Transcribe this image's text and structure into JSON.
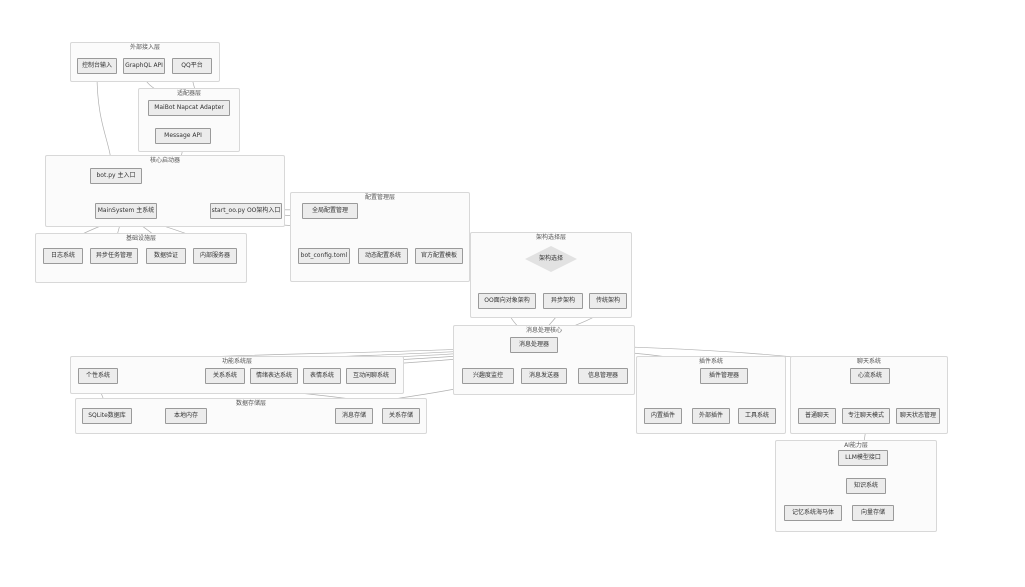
{
  "diagram": {
    "background": "#ffffff",
    "colors": {
      "group_fill": "#fbfbfb",
      "group_border": "#d8d8d8",
      "node_fill": "#ececec",
      "node_border": "#999999",
      "edge": "#b0b0b0",
      "text": "#333333"
    },
    "groups": [
      {
        "id": "external-access",
        "label": "外部接入层",
        "nodes": [
          {
            "id": "console-input",
            "label": "控制台输入"
          },
          {
            "id": "graphql-api",
            "label": "GraphQL API"
          },
          {
            "id": "qq-platform",
            "label": "QQ平台"
          }
        ]
      },
      {
        "id": "adapter-layer",
        "label": "适配器层",
        "nodes": [
          {
            "id": "napcat-adapter",
            "label": "MaiBot Napcat Adapter"
          },
          {
            "id": "message-api",
            "label": "Message API"
          }
        ]
      },
      {
        "id": "core-launcher",
        "label": "核心启动器",
        "nodes": [
          {
            "id": "bot-entry",
            "label": "bot.py 主入口"
          },
          {
            "id": "main-system",
            "label": "MainSystem 主系统"
          },
          {
            "id": "start-oo",
            "label": "start_oo.py OO架构入口"
          }
        ]
      },
      {
        "id": "infrastructure",
        "label": "基础设施层",
        "nodes": [
          {
            "id": "log-system",
            "label": "日志系统"
          },
          {
            "id": "async-task",
            "label": "异步任务管理"
          },
          {
            "id": "data-validation",
            "label": "数据验证"
          },
          {
            "id": "internal-server",
            "label": "内部服务器"
          }
        ]
      },
      {
        "id": "config-management",
        "label": "配置管理层",
        "nodes": [
          {
            "id": "global-config",
            "label": "全局配置管理"
          },
          {
            "id": "bot-config-toml",
            "label": "bot_config.toml"
          },
          {
            "id": "dynamic-config",
            "label": "动态配置系统"
          },
          {
            "id": "official-template",
            "label": "官方配置模板"
          }
        ]
      },
      {
        "id": "arch-selection",
        "label": "架构选择层",
        "nodes": [
          {
            "id": "arch-select",
            "label": "架构选择"
          },
          {
            "id": "oo-arch",
            "label": "OO面向对象架构"
          },
          {
            "id": "async-arch",
            "label": "异步架构"
          },
          {
            "id": "legacy-arch",
            "label": "传统架构"
          }
        ]
      },
      {
        "id": "message-core",
        "label": "消息处理核心",
        "nodes": [
          {
            "id": "msg-processor",
            "label": "消息处理器"
          },
          {
            "id": "interest-monitor",
            "label": "兴趣度监控"
          },
          {
            "id": "msg-sender",
            "label": "消息发送器"
          },
          {
            "id": "info-manager",
            "label": "信息管理器"
          }
        ]
      },
      {
        "id": "feature-systems",
        "label": "功能系统层",
        "nodes": [
          {
            "id": "personality-system",
            "label": "个性系统"
          },
          {
            "id": "relationship-system",
            "label": "关系系统"
          },
          {
            "id": "emotion-system",
            "label": "情绪表达系统"
          },
          {
            "id": "emoji-system",
            "label": "表情系统"
          },
          {
            "id": "chat-interact-system",
            "label": "互动闲聊系统"
          }
        ]
      },
      {
        "id": "data-storage",
        "label": "数据存储层",
        "nodes": [
          {
            "id": "sqlite-db",
            "label": "SQLite数据库"
          },
          {
            "id": "local-memory",
            "label": "本地内存"
          },
          {
            "id": "message-storage",
            "label": "消息存储"
          },
          {
            "id": "relation-storage",
            "label": "关系存储"
          }
        ]
      },
      {
        "id": "plugin-system",
        "label": "插件系统",
        "nodes": [
          {
            "id": "plugin-manager",
            "label": "插件管理器"
          },
          {
            "id": "builtin-plugins",
            "label": "内置插件"
          },
          {
            "id": "external-plugins",
            "label": "外部插件"
          },
          {
            "id": "tool-system",
            "label": "工具系统"
          }
        ]
      },
      {
        "id": "chat-system",
        "label": "聊天系统",
        "nodes": [
          {
            "id": "heartflow-system",
            "label": "心流系统"
          },
          {
            "id": "normal-chat",
            "label": "普通聊天"
          },
          {
            "id": "focus-chat",
            "label": "专注聊天模式"
          },
          {
            "id": "chat-state",
            "label": "聊天状态管理"
          }
        ]
      },
      {
        "id": "ai-capability",
        "label": "AI能力层",
        "nodes": [
          {
            "id": "llm-interface",
            "label": "LLM模型接口"
          },
          {
            "id": "knowledge-system",
            "label": "知识系统"
          },
          {
            "id": "memory-hippocampus",
            "label": "记忆系统海马体"
          },
          {
            "id": "vector-storage",
            "label": "向量存储"
          }
        ]
      }
    ],
    "edges": [
      {
        "from": "console-input",
        "to": "bot-entry"
      },
      {
        "from": "graphql-api",
        "to": "napcat-adapter"
      },
      {
        "from": "qq-platform",
        "to": "napcat-adapter"
      },
      {
        "from": "napcat-adapter",
        "to": "message-api"
      },
      {
        "from": "message-api",
        "to": "main-system"
      },
      {
        "from": "bot-entry",
        "to": "main-system"
      },
      {
        "from": "main-system",
        "to": "log-system"
      },
      {
        "from": "main-system",
        "to": "async-task"
      },
      {
        "from": "main-system",
        "to": "data-validation"
      },
      {
        "from": "main-system",
        "to": "internal-server"
      },
      {
        "from": "main-system",
        "to": "global-config"
      },
      {
        "from": "start-oo",
        "to": "arch-select"
      },
      {
        "from": "main-system",
        "to": "arch-select"
      },
      {
        "from": "global-config",
        "to": "bot-config-toml"
      },
      {
        "from": "global-config",
        "to": "dynamic-config"
      },
      {
        "from": "global-config",
        "to": "official-template"
      },
      {
        "from": "arch-select",
        "to": "oo-arch"
      },
      {
        "from": "arch-select",
        "to": "async-arch"
      },
      {
        "from": "arch-select",
        "to": "legacy-arch"
      },
      {
        "from": "oo-arch",
        "to": "msg-processor"
      },
      {
        "from": "async-arch",
        "to": "msg-processor"
      },
      {
        "from": "legacy-arch",
        "to": "msg-processor"
      },
      {
        "from": "msg-processor",
        "to": "interest-monitor"
      },
      {
        "from": "msg-processor",
        "to": "msg-sender"
      },
      {
        "from": "msg-processor",
        "to": "info-manager"
      },
      {
        "from": "msg-processor",
        "to": "personality-system"
      },
      {
        "from": "msg-processor",
        "to": "relationship-system"
      },
      {
        "from": "msg-processor",
        "to": "emotion-system"
      },
      {
        "from": "msg-processor",
        "to": "emoji-system"
      },
      {
        "from": "msg-processor",
        "to": "chat-interact-system"
      },
      {
        "from": "msg-processor",
        "to": "plugin-manager"
      },
      {
        "from": "msg-processor",
        "to": "heartflow-system"
      },
      {
        "from": "plugin-manager",
        "to": "builtin-plugins"
      },
      {
        "from": "plugin-manager",
        "to": "external-plugins"
      },
      {
        "from": "plugin-manager",
        "to": "tool-system"
      },
      {
        "from": "heartflow-system",
        "to": "normal-chat"
      },
      {
        "from": "heartflow-system",
        "to": "focus-chat"
      },
      {
        "from": "heartflow-system",
        "to": "chat-state"
      },
      {
        "from": "focus-chat",
        "to": "llm-interface"
      },
      {
        "from": "llm-interface",
        "to": "knowledge-system"
      },
      {
        "from": "knowledge-system",
        "to": "memory-hippocampus"
      },
      {
        "from": "knowledge-system",
        "to": "vector-storage"
      },
      {
        "from": "personality-system",
        "to": "sqlite-db"
      },
      {
        "from": "relationship-system",
        "to": "relation-storage"
      },
      {
        "from": "interest-monitor",
        "to": "message-storage"
      }
    ]
  }
}
